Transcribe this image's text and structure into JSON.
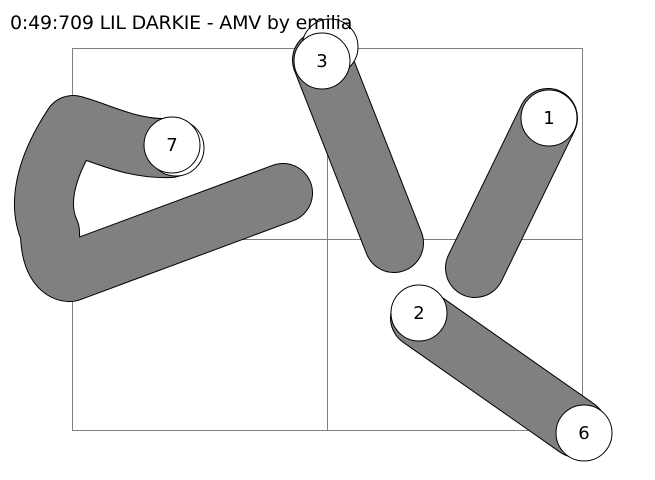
{
  "header": {
    "time": "0:49:709",
    "title": "LIL DARKIE - AMV by emilia"
  },
  "colors": {
    "background": "#ffffff",
    "grid": "#808080",
    "slider_body": "#808080",
    "circle_fill": "#ffffff",
    "outline": "#000000"
  },
  "objects": [
    {
      "type": "slider",
      "combo_number": "7",
      "shape": "curve",
      "data-name": "slider-7"
    },
    {
      "type": "slider",
      "combo_number": "3",
      "shape": "line",
      "data-name": "slider-3"
    },
    {
      "type": "slider",
      "combo_number": "1",
      "shape": "line",
      "data-name": "slider-1"
    },
    {
      "type": "slider",
      "combo_number": "2",
      "shape": "line",
      "data-name": "slider-2"
    },
    {
      "type": "circle",
      "combo_number": "6",
      "data-name": "circle-6"
    }
  ]
}
